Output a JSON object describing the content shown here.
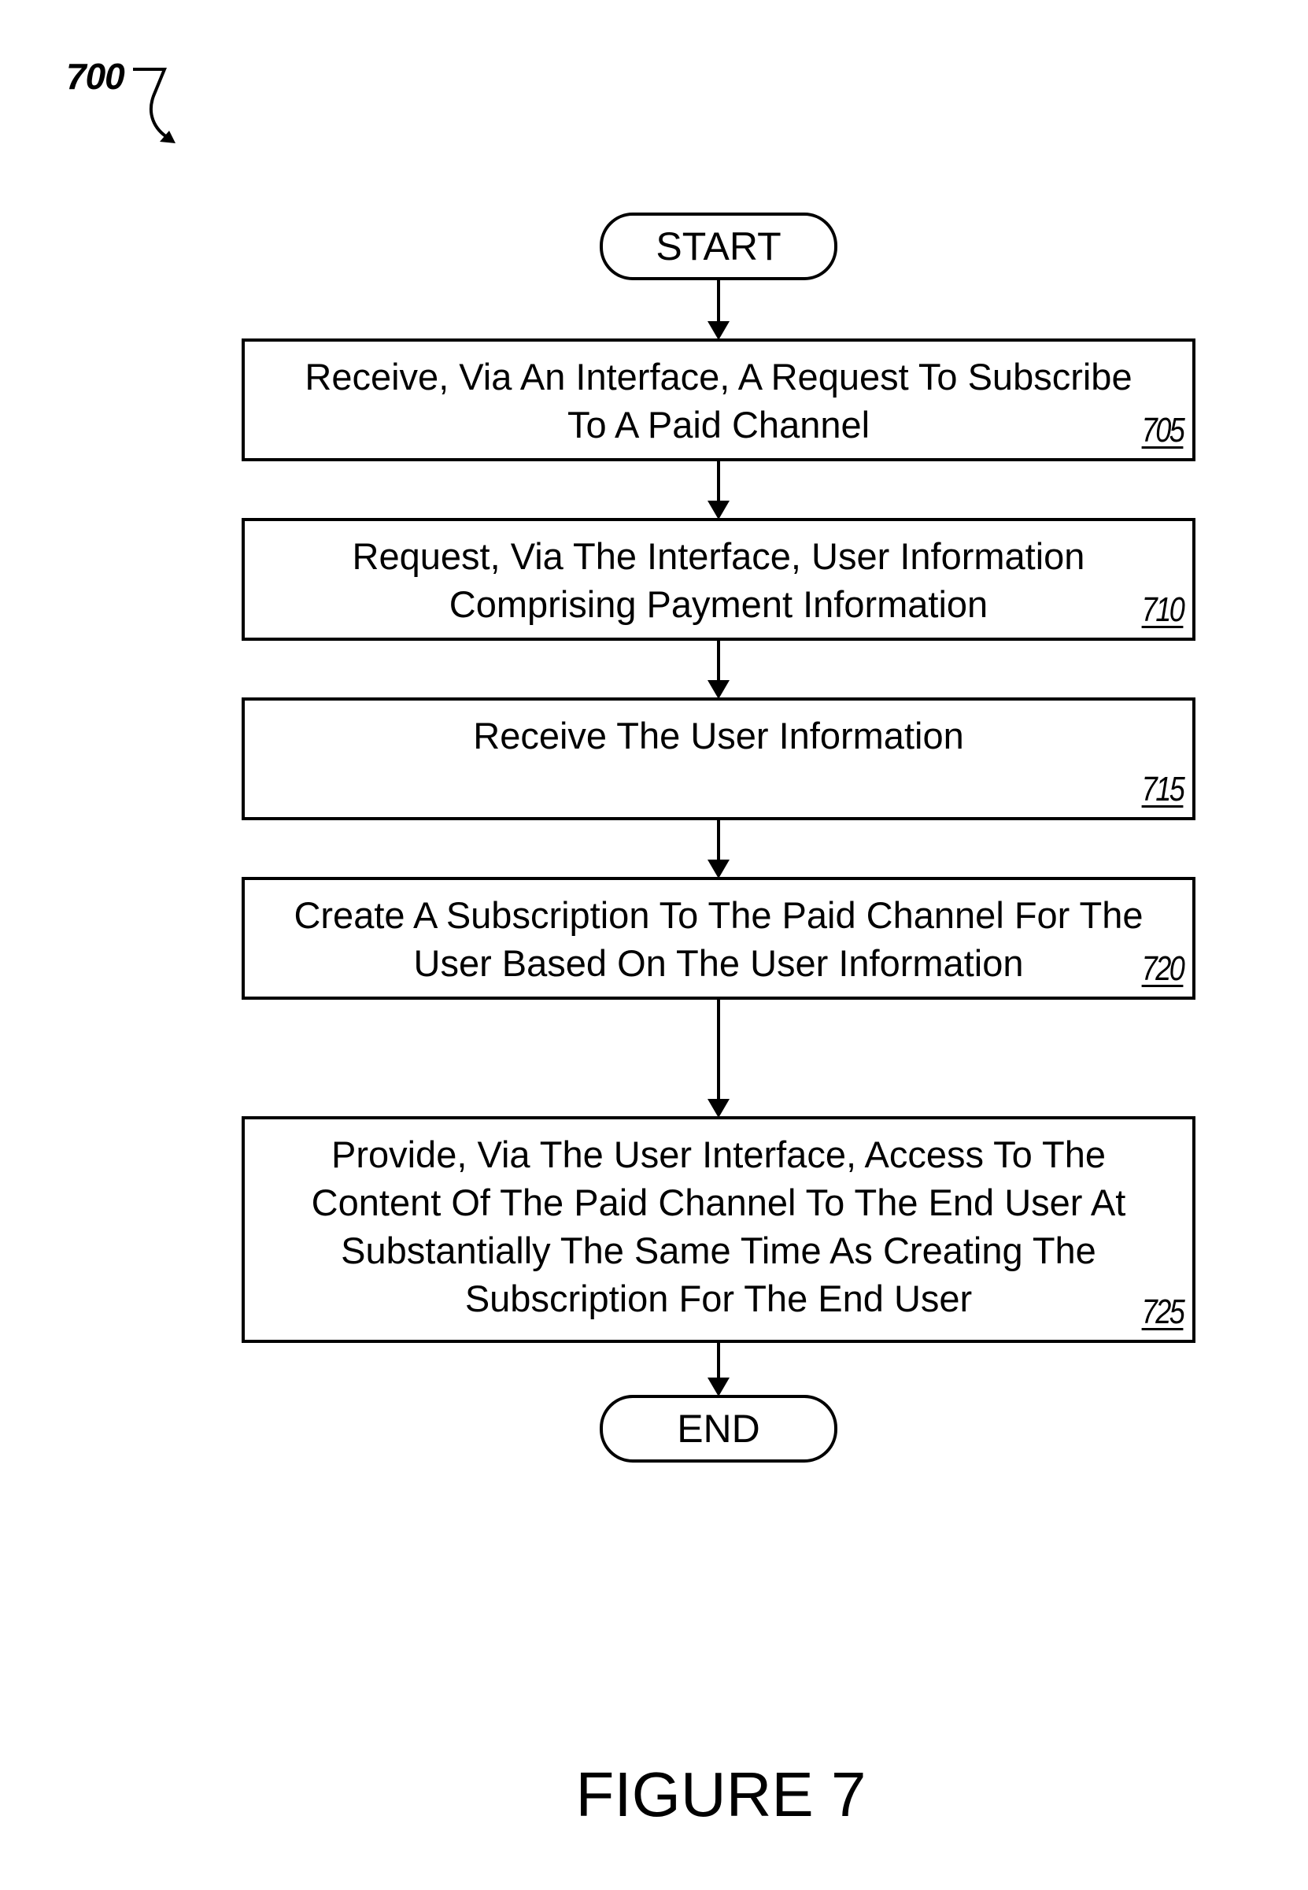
{
  "figure": {
    "ref": "700",
    "caption": "FIGURE 7"
  },
  "terminals": {
    "start": "START",
    "end": "END"
  },
  "steps": [
    {
      "lines": [
        "Receive, Via An Interface, A Request To Subscribe",
        "To A Paid Channel"
      ],
      "number": "705"
    },
    {
      "lines": [
        "Request, Via The Interface, User Information",
        "Comprising Payment Information"
      ],
      "number": "710"
    },
    {
      "lines": [
        "Receive The User Information"
      ],
      "number": "715"
    },
    {
      "lines": [
        "Create A Subscription To The Paid Channel For The",
        "User Based On The User Information"
      ],
      "number": "720"
    },
    {
      "lines": [
        "Provide, Via The User Interface, Access To The",
        "Content Of The Paid Channel To The End User At",
        "Substantially The Same Time As Creating The",
        "Subscription For The End User"
      ],
      "number": "725"
    }
  ]
}
